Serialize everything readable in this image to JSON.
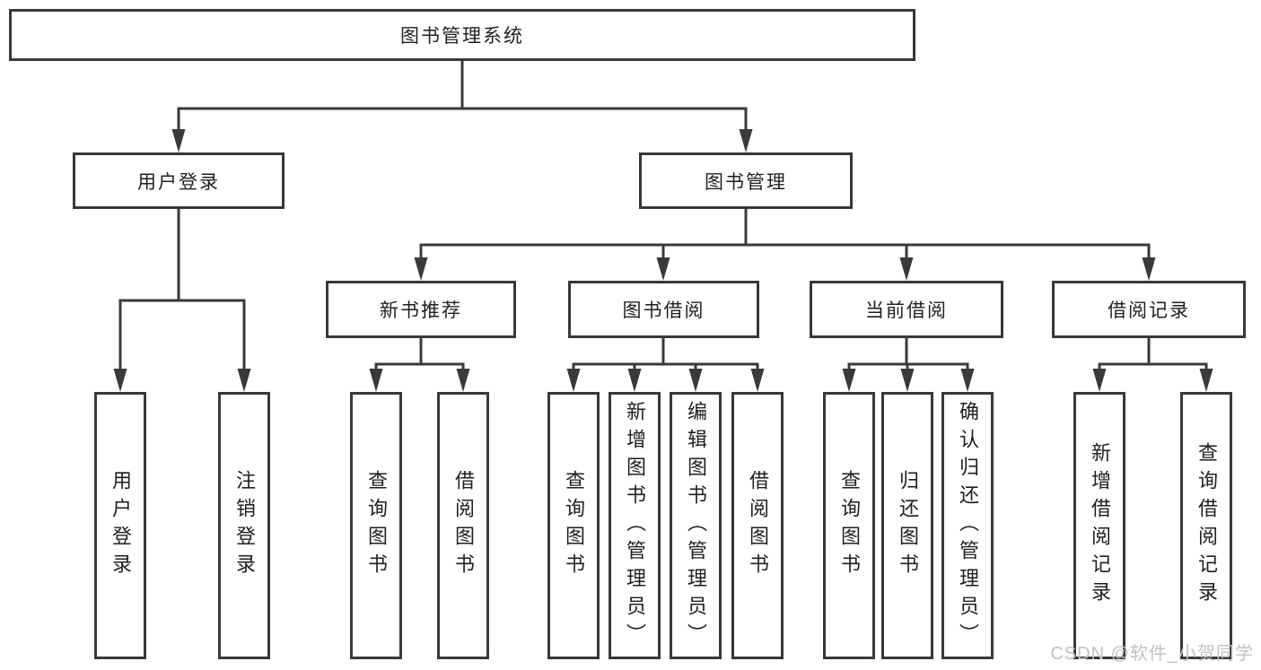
{
  "tree": {
    "root": {
      "label": "图书管理系统"
    },
    "user_login": {
      "label": "用户登录",
      "children": [
        {
          "label": "用户登录"
        },
        {
          "label": "注销登录"
        }
      ]
    },
    "book_mgmt": {
      "label": "图书管理"
    },
    "new_books": {
      "label": "新书推荐",
      "children": [
        {
          "label": "查询图书"
        },
        {
          "label": "借阅图书"
        }
      ]
    },
    "book_borrow": {
      "label": "图书借阅",
      "children": [
        {
          "label": "查询图书"
        },
        {
          "label": "新增图书（管理员）"
        },
        {
          "label": "编辑图书（管理员）"
        },
        {
          "label": "借阅图书"
        }
      ]
    },
    "current_borrow": {
      "label": "当前借阅",
      "children": [
        {
          "label": "查询图书"
        },
        {
          "label": "归还图书"
        },
        {
          "label": "确认归还（管理员）"
        }
      ]
    },
    "borrow_records": {
      "label": "借阅记录",
      "children": [
        {
          "label": "新增借阅记录"
        },
        {
          "label": "查询借阅记录"
        }
      ]
    }
  },
  "watermark": {
    "text": "CSDN @软件_小贺同学"
  },
  "colors": {
    "line": "#3a3a3a",
    "box_border": "#383838",
    "text": "#1f1f1f",
    "watermark": "#c2c2c2",
    "background": "#ffffff"
  }
}
